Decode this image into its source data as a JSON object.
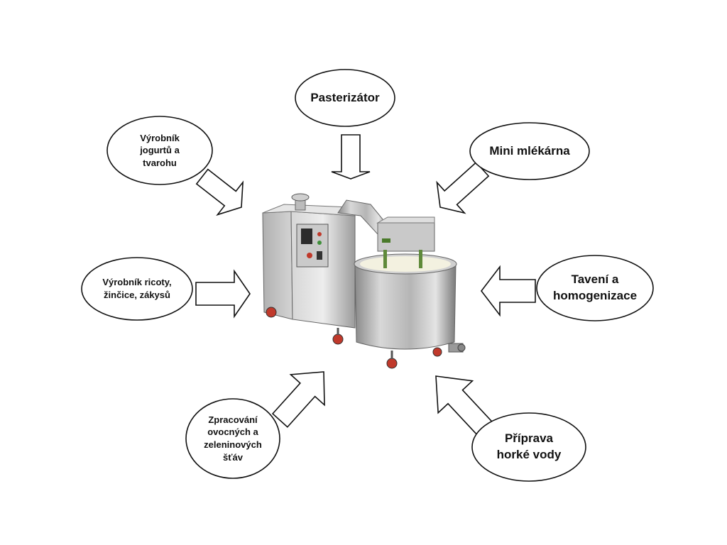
{
  "colors": {
    "outline": "#111111",
    "fill": "#ffffff",
    "steel_light": "#dcdcdc",
    "steel_mid": "#a9a9a9",
    "steel_dark": "#6e6e6e",
    "panel_dark": "#2c2c2c",
    "wheel_red": "#c0392b",
    "accent_green": "#4a7a2a",
    "milk": "#f3f1e0"
  },
  "center_image": "milk-processing-machine",
  "nodes": [
    {
      "id": "pasterizator",
      "label": "Pasterizátor"
    },
    {
      "id": "jogurty",
      "label": "Výrobník\njogurtů a\ntvarohu"
    },
    {
      "id": "mlekarna",
      "label": "Mini mlékárna"
    },
    {
      "id": "ricoty",
      "label": "Výrobník ricoty,\nžinčice, zákysů"
    },
    {
      "id": "taveni",
      "label": "Tavení a\nhomogenizace"
    },
    {
      "id": "stavy",
      "label": "Zpracování\novocných a\nzeleninových\nšťáv"
    },
    {
      "id": "voda",
      "label": "Příprava\nhorké vody"
    }
  ]
}
